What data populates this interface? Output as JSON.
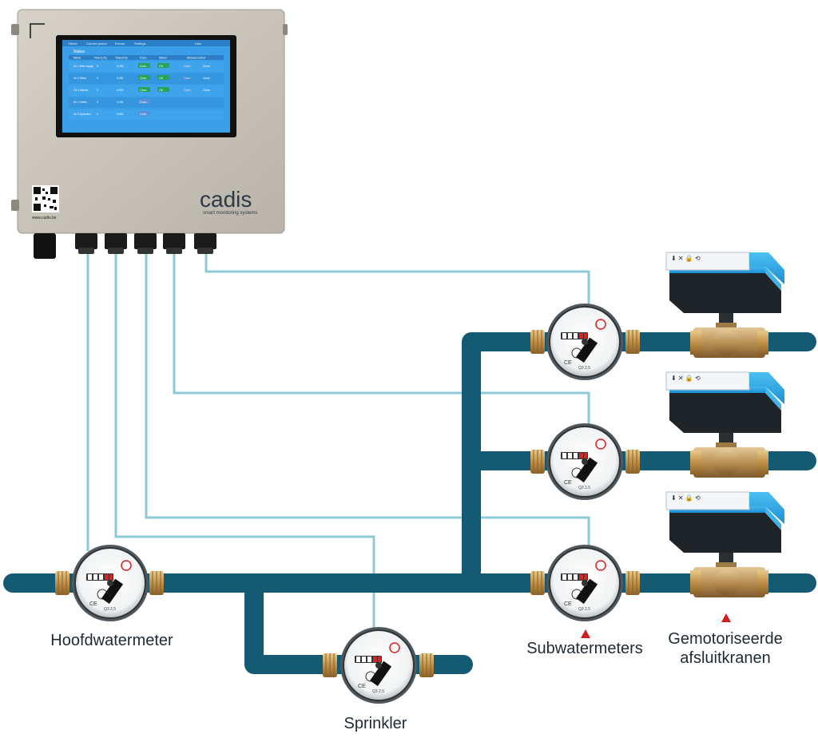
{
  "device": {
    "brand": "cadis",
    "tagline": "smart monitoring systems",
    "website": "www.cadis.be",
    "screen": {
      "menu": [
        "Home",
        "Current period",
        "Events",
        "Settings",
        "User"
      ],
      "title": "Status",
      "columns": [
        "Name",
        "Flow (L/h)",
        "Total (m3)",
        "Conn.",
        "Status",
        "Manual control"
      ],
      "rows": [
        {
          "name": "Ctr 1 Main supply",
          "flow": "0",
          "total": "0.251",
          "conn": "Conn.",
          "status": "OK",
          "open": "Open",
          "close": "Close"
        },
        {
          "name": "Ctr 2 Office",
          "flow": "0",
          "total": "0.251",
          "conn": "Conn.",
          "status": "OK",
          "open": "Open",
          "close": "Close"
        },
        {
          "name": "Ctr 3 Kitchen",
          "flow": "0",
          "total": "0.601",
          "conn": "Conn.",
          "status": "OK",
          "open": "Open",
          "close": "Close"
        },
        {
          "name": "Ctr 4 Toilets",
          "flow": "0",
          "total": "0.001",
          "conn": "Conn.",
          "status": "",
          "open": "",
          "close": ""
        },
        {
          "name": "Ctr 5 Sprinklers",
          "flow": "0",
          "total": "0.001",
          "conn": "Conn.",
          "status": "",
          "open": "",
          "close": ""
        }
      ]
    }
  },
  "labels": {
    "main_meter": "Hoofdwatermeter",
    "sprinkler": "Sprinkler",
    "sub_meters": "Subwatermeters",
    "valves_line1": "Gemotoriseerde",
    "valves_line2": "afsluitkranen"
  },
  "colors": {
    "pipe": "#145a72",
    "cable": "#8ec9d6",
    "housing": "#c9c5bb",
    "screen": "#3a9ee8",
    "actuator": "#2aa3e8",
    "brass": "#c9a25a",
    "marker": "#d11f1f"
  },
  "icons": [
    "qr-code-icon",
    "cable-gland-icon",
    "water-meter-icon",
    "ball-valve-icon",
    "actuator-icon",
    "red-triangle-marker-icon"
  ]
}
